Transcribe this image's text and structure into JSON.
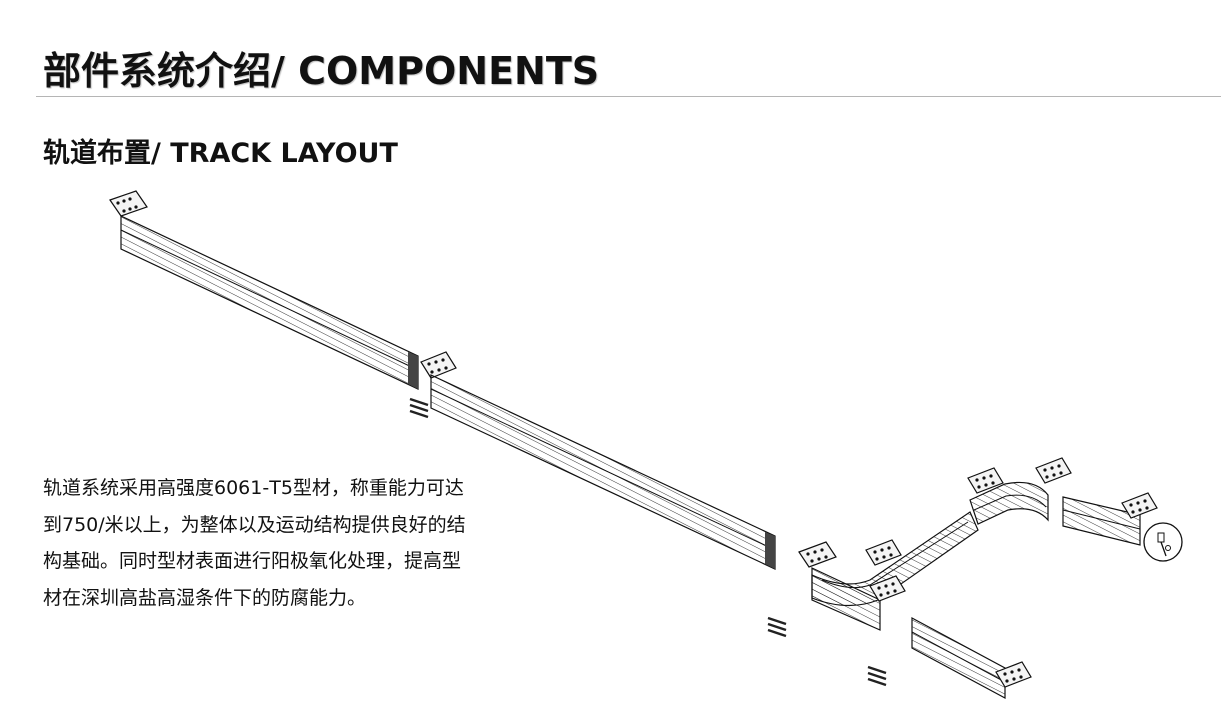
{
  "header": {
    "title": "部件系统介绍/ COMPONENTS"
  },
  "section": {
    "title": "轨道布置/ TRACK LAYOUT"
  },
  "description": {
    "lines": [
      "轨道系统采用高强度6061-T5型材，称重能力可达",
      "到750/米以上，为整体以及运动结构提供良好的结",
      "构基础。同时型材表面进行阳极氧化处理，提高型",
      "材在深圳高盐高湿条件下的防腐能力。"
    ]
  },
  "diagram": {
    "stroke_color": "#1a1a1a",
    "fill_color": "#f4f4f4"
  }
}
